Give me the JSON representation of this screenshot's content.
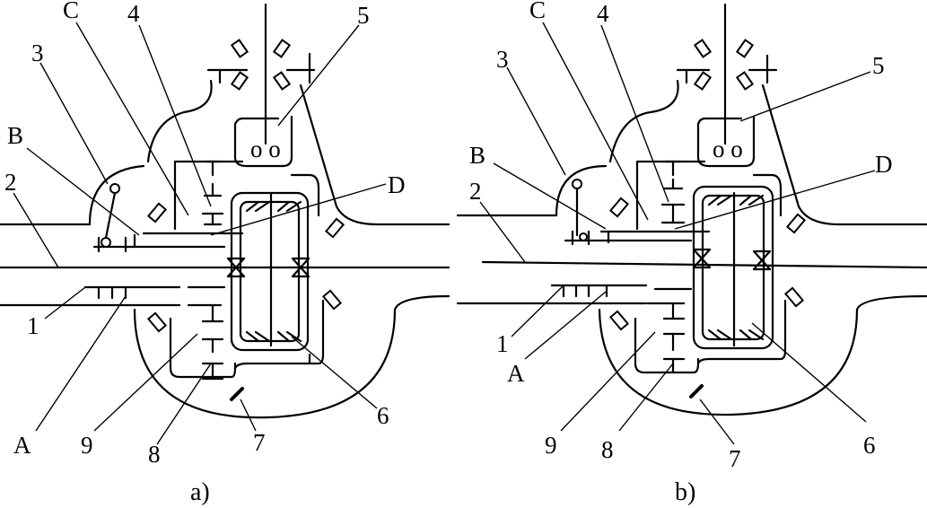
{
  "panels": [
    {
      "caption": "a)",
      "labels": {
        "c": "C",
        "n4": "4",
        "n5": "5",
        "n3": "3",
        "b": "B",
        "d": "D",
        "n2": "2",
        "n1": "1",
        "a": "A",
        "n9": "9",
        "n8": "8",
        "n7": "7",
        "n6": "6"
      }
    },
    {
      "caption": "b)",
      "labels": {
        "c": "C",
        "n4": "4",
        "n5": "5",
        "n3": "3",
        "b": "B",
        "d": "D",
        "n2": "2",
        "n1": "1",
        "a": "A",
        "n9": "9",
        "n8": "8",
        "n7": "7",
        "n6": "6"
      }
    }
  ]
}
